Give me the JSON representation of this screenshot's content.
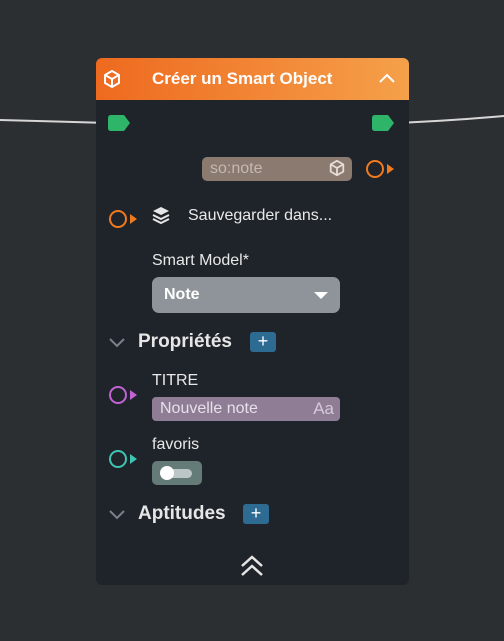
{
  "node": {
    "title": "Créer un Smart Object",
    "output_badge": "so:note",
    "save_label": "Sauvegarder dans...",
    "smart_model_label": "Smart Model*",
    "smart_model_value": "Note",
    "properties_section": "Propriétés",
    "titre_label": "TITRE",
    "titre_value": "Nouvelle note",
    "text_type_icon_label": "Aa",
    "favoris_label": "favoris",
    "favoris_on": false,
    "capabilities_section": "Aptitudes",
    "add_symbol": "+"
  },
  "colors": {
    "header_start": "#ee6a1f",
    "header_end": "#f5a04a",
    "flow_port": "#2fb56a",
    "object_port": "#f07a1e",
    "text_port": "#c163d4",
    "boolean_port": "#3fc3b2",
    "node_bg": "#1f242a",
    "canvas_bg": "#2b2f31"
  },
  "icons": {
    "header": "cube-icon",
    "collapse": "chevron-up-icon",
    "save": "layers-icon",
    "badge": "cube-icon",
    "section": "chevron-down-icon",
    "footer": "double-chevron-up-icon"
  }
}
